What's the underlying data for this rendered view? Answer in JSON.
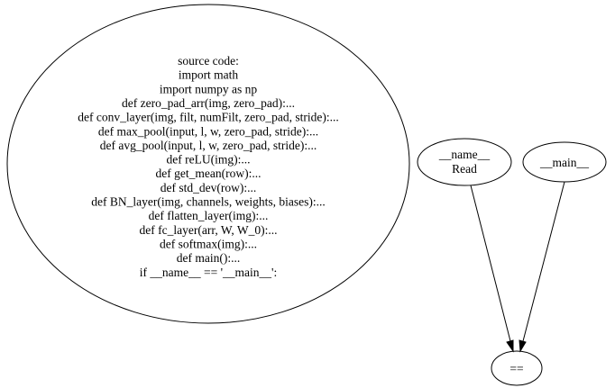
{
  "graph": {
    "source_node": {
      "lines": [
        "source code:",
        "import math",
        "import numpy as np",
        "def zero_pad_arr(img, zero_pad):...",
        "def conv_layer(img, filt, numFilt, zero_pad, stride):...",
        "def max_pool(input, l, w, zero_pad, stride):...",
        "def avg_pool(input, l, w, zero_pad, stride):...",
        "def reLU(img):...",
        "def get_mean(row):...",
        "def std_dev(row):...",
        "def BN_layer(img, channels, weights, biases):...",
        "def flatten_layer(img):...",
        "def fc_layer(arr, W, W_0):...",
        "def softmax(img):...",
        "def main():...",
        "if __name__ == '__main__':"
      ]
    },
    "name_node": {
      "line1": "__name__",
      "line2": "Read"
    },
    "main_node": {
      "label": "__main__"
    },
    "eq_node": {
      "label": "=="
    }
  }
}
